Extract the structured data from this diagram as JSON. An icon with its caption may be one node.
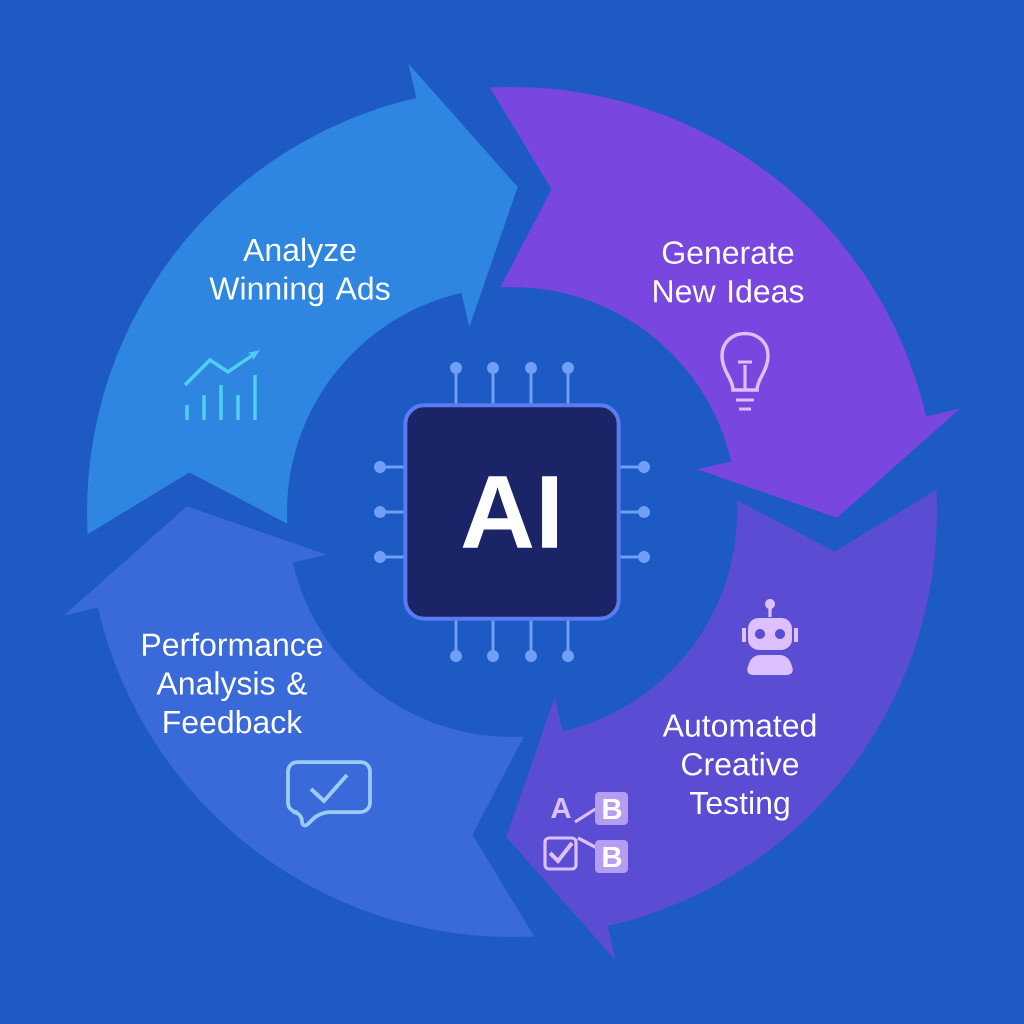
{
  "diagram": {
    "nodes": [
      {
        "text": [
          "Analyze Winning Ads"
        ]
      },
      {
        "text": [
          "Generate New Ideas"
        ]
      },
      {
        "text": [
          "Automated Creative Testing"
        ]
      },
      {
        "text": [
          "Performance Analysis & Feedback"
        ]
      },
      {
        "text": [
          "AI"
        ]
      }
    ],
    "labels": [
      "A",
      "B",
      "B"
    ]
  }
}
